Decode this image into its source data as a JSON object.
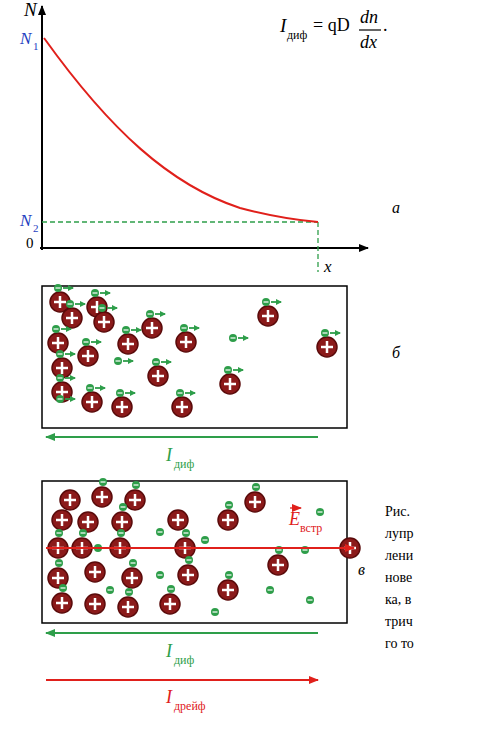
{
  "diagram": {
    "labels": [
      "N",
      "N",
      "1",
      "N",
      "2",
      "0",
      "x",
      "а",
      "I",
      "диф",
      "= qD",
      "dn",
      "dx",
      ".",
      "б",
      "I",
      "диф",
      "E",
      "встр",
      "в",
      "I",
      "диф",
      "I",
      "дрейф",
      "Рис.",
      "лупр",
      "лени",
      "нове",
      "ка, в",
      "трич",
      "го то"
    ]
  }
}
